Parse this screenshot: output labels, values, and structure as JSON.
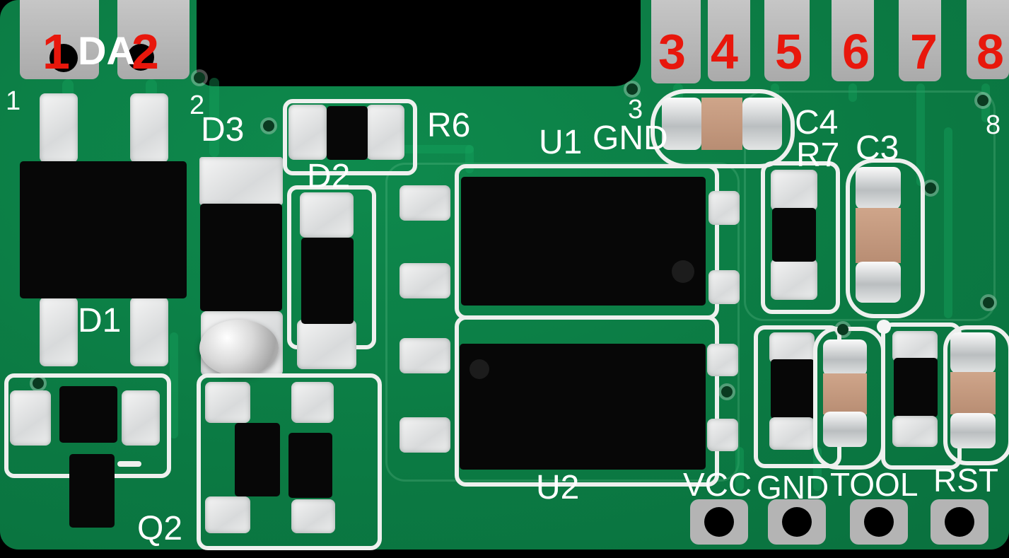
{
  "meta": {
    "type": "pcb-photo",
    "description": "Annotated top view photo of a green printed circuit board module with castellated edge pins and labeled components"
  },
  "colors": {
    "background": "#000000",
    "board_green": "#0b7a43",
    "pad_gray": "#b7b7b7",
    "silkscreen_white": "#eef0ee",
    "component_body_black": "#070707",
    "capacitor_tan": "#c59a80",
    "solder_silver": "#d9d9d9",
    "pin_number_red": "#e8170c",
    "label_white": "#ffffff"
  },
  "castellated_pins": {
    "left": [
      "1",
      "2"
    ],
    "right": [
      "3",
      "4",
      "5",
      "6",
      "7",
      "8"
    ]
  },
  "silk_pad_numbers": {
    "n1": "1",
    "n2": "2",
    "n3": "3",
    "n8": "8"
  },
  "component_labels": {
    "da": "DA",
    "d1": "D1",
    "d2": "D2",
    "d3": "D3",
    "q2": "Q2",
    "r6": "R6",
    "r7": "R7",
    "c3": "C3",
    "c4": "C4",
    "u1": "U1",
    "u2": "U2",
    "gnd": "GND"
  },
  "header_labels": [
    "VCC",
    "GND",
    "TOOL",
    "RST"
  ]
}
